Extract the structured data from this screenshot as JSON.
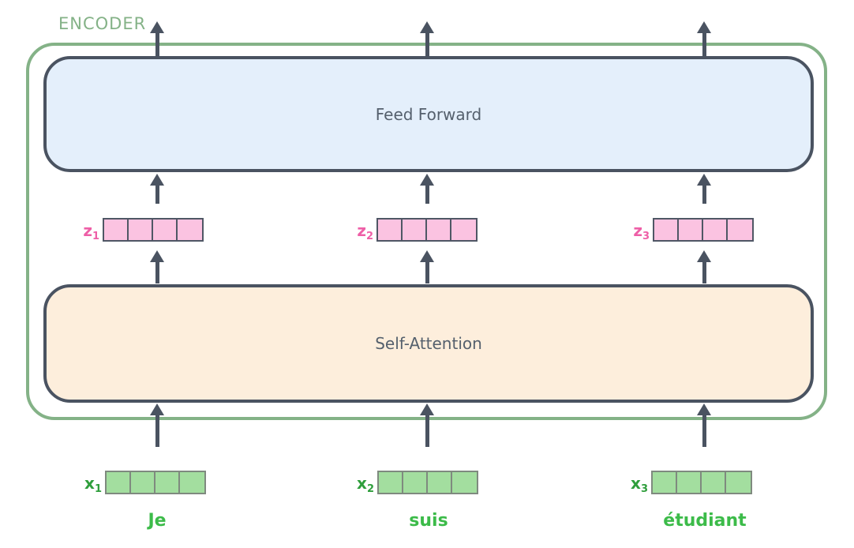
{
  "colors": {
    "encoder_border": "#84b287",
    "encoder_label": "#84b287",
    "block_border": "#4a5361",
    "feed_forward_fill": "#e4effb",
    "self_attention_fill": "#fdeedc",
    "block_text": "#55606d",
    "arrow": "#4a5361",
    "z_label": "#ee5fa7",
    "z_cell_fill": "#fbc3e1",
    "z_cell_border": "#4f5765",
    "x_label": "#2f9e3c",
    "x_cell_fill": "#a3de9f",
    "x_cell_border": "#7f8a7f",
    "token_text": "#3cbb49"
  },
  "encoder": {
    "label": "ENCODER"
  },
  "blocks": {
    "feed_forward_label": "Feed Forward",
    "self_attention_label": "Self-Attention"
  },
  "z_vectors": [
    {
      "base": "z",
      "sub": "1",
      "cells": 4
    },
    {
      "base": "z",
      "sub": "2",
      "cells": 4
    },
    {
      "base": "z",
      "sub": "3",
      "cells": 4
    }
  ],
  "x_vectors": [
    {
      "base": "x",
      "sub": "1",
      "cells": 4
    },
    {
      "base": "x",
      "sub": "2",
      "cells": 4
    },
    {
      "base": "x",
      "sub": "3",
      "cells": 4
    }
  ],
  "tokens": [
    "Je",
    "suis",
    "étudiant"
  ]
}
